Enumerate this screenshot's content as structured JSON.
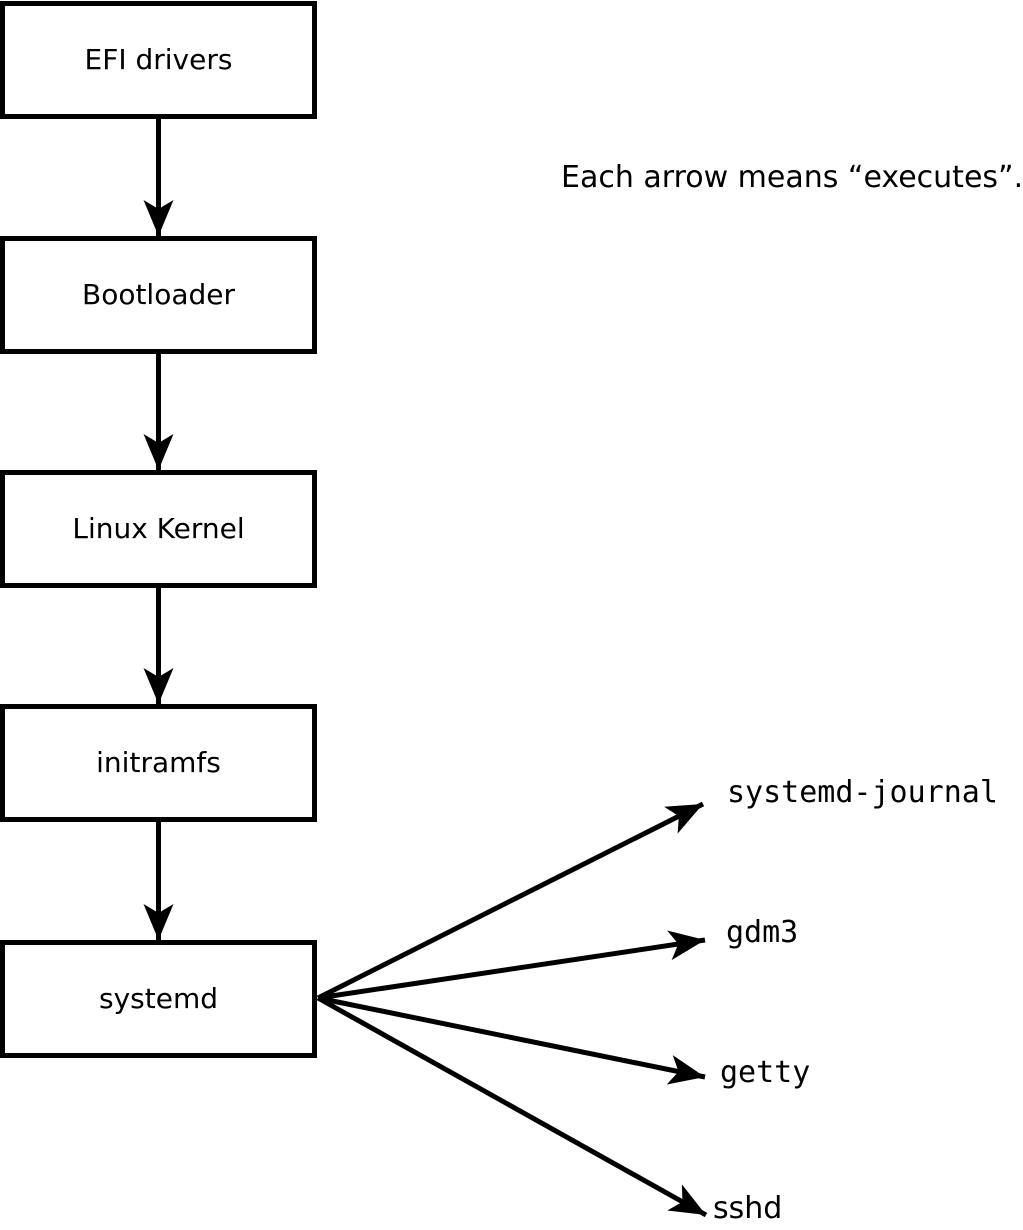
{
  "diagram": {
    "background_color": "#ffffff",
    "stroke_color": "#000000",
    "note": "Each arrow means “executes”.",
    "boxes": [
      {
        "label": "EFI drivers"
      },
      {
        "label": "Bootloader"
      },
      {
        "label": "Linux Kernel"
      },
      {
        "label": "initramfs"
      },
      {
        "label": "systemd"
      }
    ],
    "fanout_targets": [
      {
        "label": "systemd-journal"
      },
      {
        "label": "gdm3"
      },
      {
        "label": "getty"
      },
      {
        "label": "sshd"
      }
    ]
  }
}
